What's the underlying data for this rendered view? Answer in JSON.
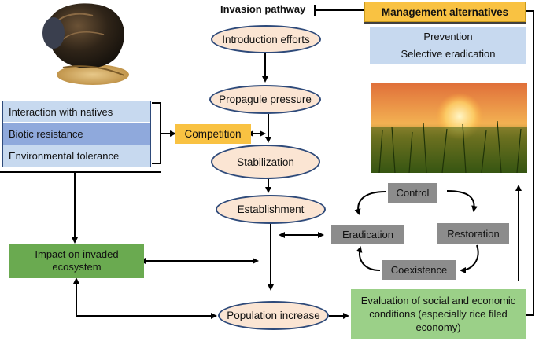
{
  "header": {
    "invasion_pathway": "Invasion pathway",
    "management_alternatives": "Management alternatives"
  },
  "management": {
    "items": [
      "Prevention",
      "Selective eradication"
    ]
  },
  "pathway": {
    "steps": [
      "Introduction efforts",
      "Propagule pressure",
      "Stabilization",
      "Establishment",
      "Population increase"
    ]
  },
  "factors": {
    "items": [
      "Interaction with natives",
      "Biotic resistance",
      "Environmental tolerance"
    ]
  },
  "competition": "Competition",
  "impact": "Impact on invaded ecosystem",
  "cycle": {
    "control": "Control",
    "eradication": "Eradication",
    "restoration": "Restoration",
    "coexistence": "Coexistence"
  },
  "evaluation": "Evaluation of social and economic conditions (especially rice filed economy)",
  "colors": {
    "ellipse_fill": "#fbe5d3",
    "ellipse_border": "#2e4a7a",
    "factor_light": "#c7d9ef",
    "factor_dark": "#8fa9dc",
    "competition": "#f9c242",
    "impact": "#6aaa50",
    "evaluation": "#9bd088",
    "grey": "#8c8c8c"
  }
}
